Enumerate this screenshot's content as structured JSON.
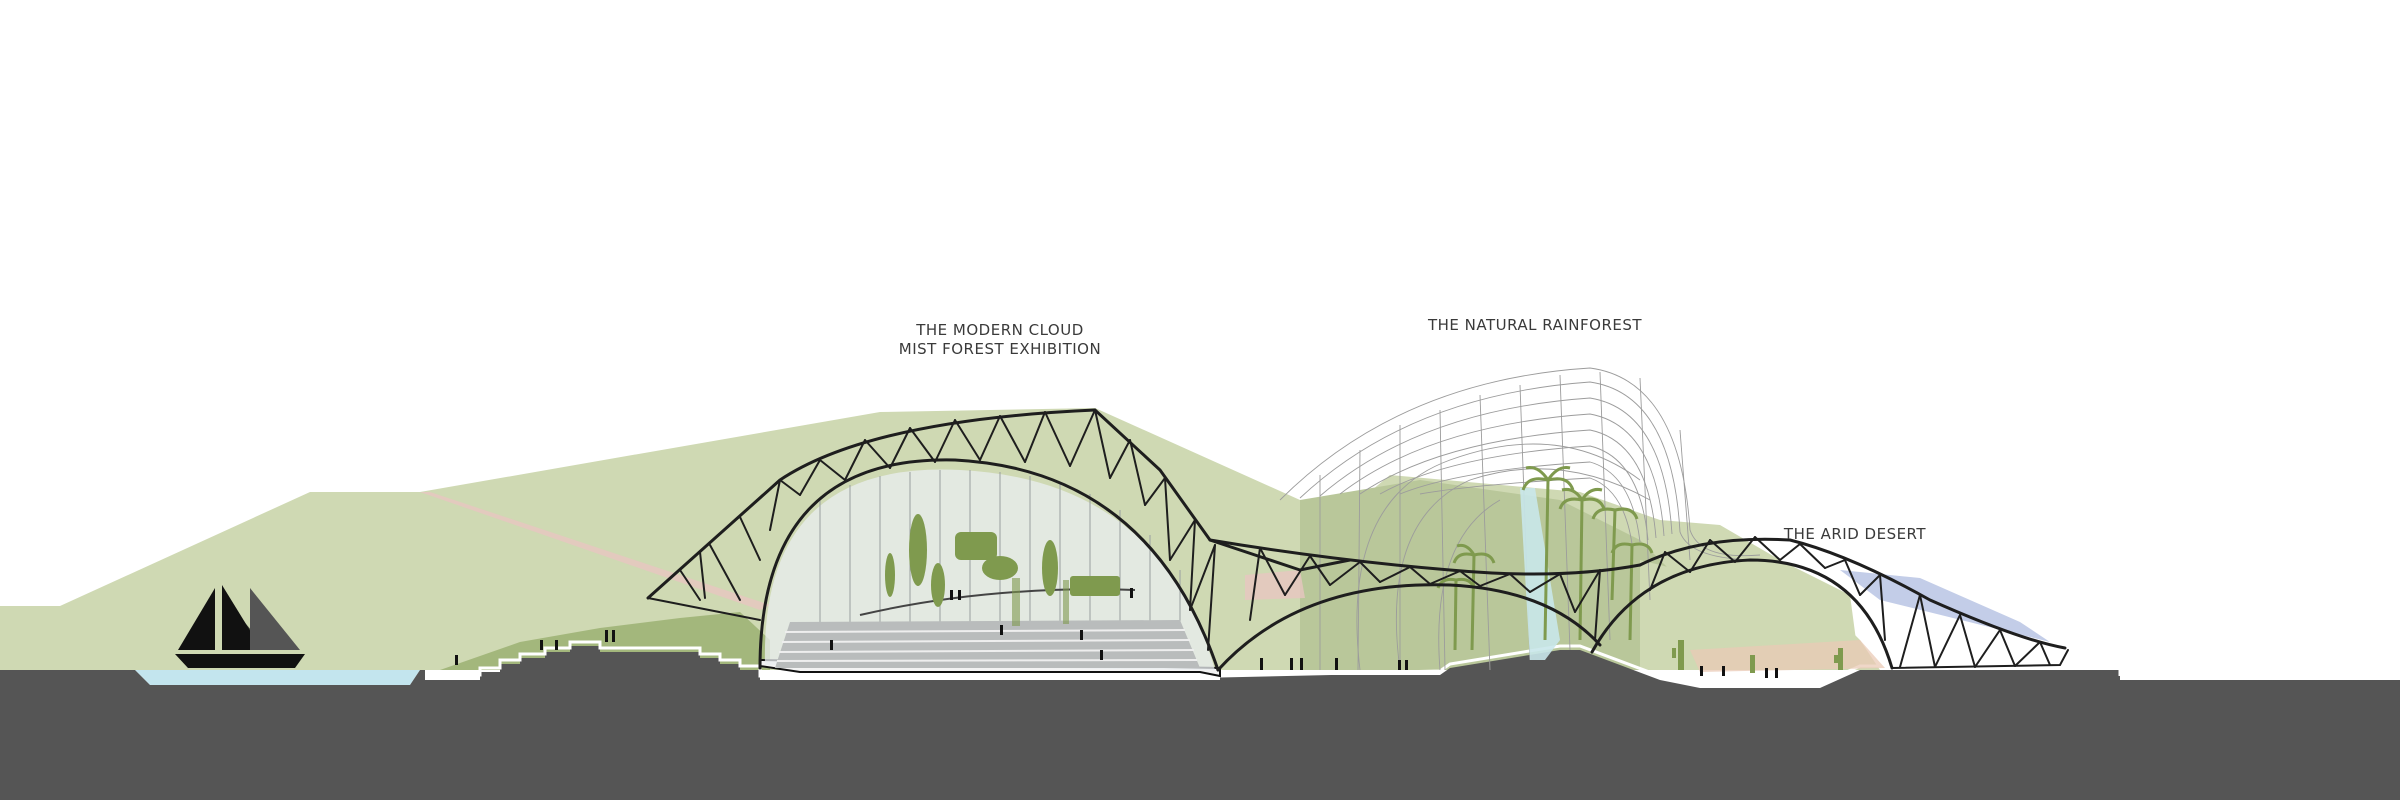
{
  "labels": {
    "cloud_line1": "THE MODERN CLOUD",
    "cloud_line2": "MIST FOREST EXHIBITION",
    "rainforest": "THE NATURAL RAINFOREST",
    "desert": "THE ARID DESERT"
  },
  "colors": {
    "background": "#ffffff",
    "ground": "#555555",
    "hill": "#cfd9b3",
    "hill_dark": "#b9c79a",
    "vegetation": "#7f9a4e",
    "truss": "#222222",
    "glass": "#e9eef0",
    "water": "#c3e5ee",
    "desert_sand": "#e9c9b6",
    "desert_roof": "#c3cde8",
    "path": "#e7c6c0"
  },
  "icons": {
    "sailboat": "sailboat-icon",
    "people": "person-silhouette-icon",
    "palm": "palm-tree-icon",
    "cactus": "cactus-icon"
  }
}
